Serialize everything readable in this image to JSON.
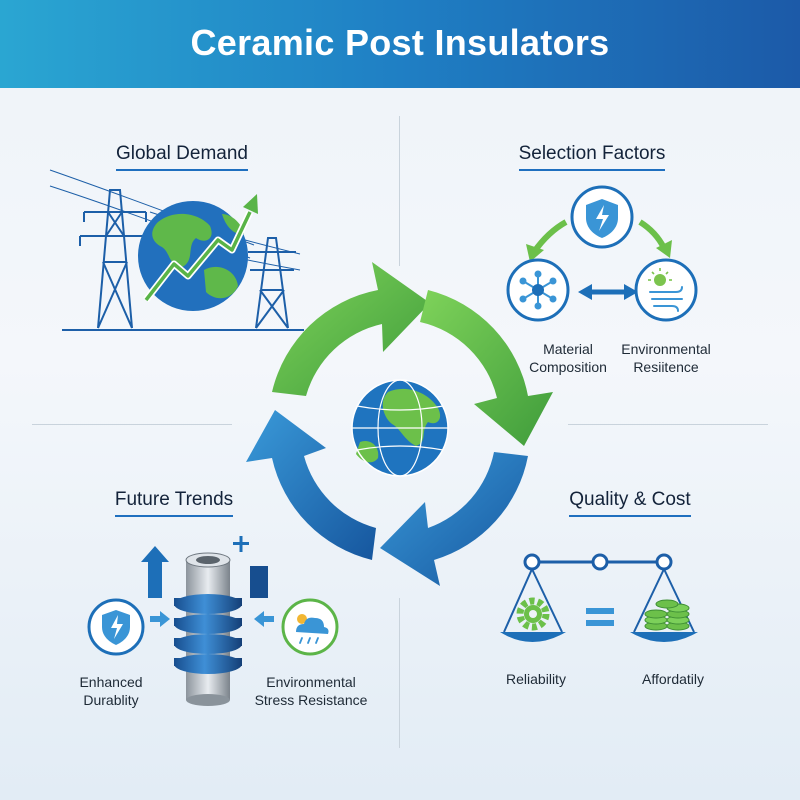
{
  "title": "Ceramic Post Insulators",
  "quadrants": {
    "global_demand": {
      "title": "Global Demand"
    },
    "selection_factors": {
      "title": "Selection Factors",
      "material_label": [
        "Material",
        "Composition"
      ],
      "environment_label": [
        "Environmental",
        "Resiitence"
      ]
    },
    "future_trends": {
      "title": "Future Trends",
      "durability_label": [
        "Enhanced",
        "Durablity"
      ],
      "stress_label": [
        "Environmental",
        "Stress Resistance"
      ]
    },
    "quality_cost": {
      "title": "Quality & Cost",
      "reliability_label": "Reliability",
      "affordability_label": "Affordatily"
    }
  },
  "colors": {
    "green": "#5cb548",
    "blue": "#1d6fb8",
    "navy": "#174e8f",
    "header_start": "#2aa6d2",
    "header_end": "#1c5aa8"
  },
  "icons": [
    "power-tower-icon",
    "globe-icon",
    "growth-arrow-icon",
    "cycle-arrows-icon",
    "shield-lightning-icon",
    "molecule-icon",
    "weather-icon",
    "insulator-icon",
    "balance-scale-icon",
    "gear-icon",
    "coin-stack-icon",
    "equals-icon"
  ]
}
